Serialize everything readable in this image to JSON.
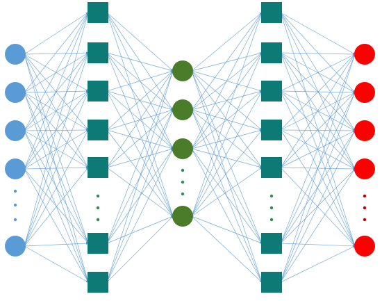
{
  "diagram": {
    "type": "autoencoder-network",
    "edge_color": "#5b9bd5",
    "layers": [
      {
        "name": "input-layer",
        "shape": "circle",
        "color": "#5b9bd5",
        "visible_nodes": 5,
        "ellipsis_after": 4,
        "ellipsis_color": "#5b9bd5"
      },
      {
        "name": "encoder-hidden-layer",
        "shape": "square",
        "color": "#0e7a76",
        "visible_nodes": 7,
        "ellipsis_after": 5,
        "ellipsis_color": "#2e8b57"
      },
      {
        "name": "bottleneck-layer",
        "shape": "circle",
        "color": "#4a7c2a",
        "visible_nodes": 4,
        "ellipsis_after": 3,
        "ellipsis_color": "#2e8b57"
      },
      {
        "name": "decoder-hidden-layer",
        "shape": "square",
        "color": "#0e7a76",
        "visible_nodes": 7,
        "ellipsis_after": 5,
        "ellipsis_color": "#2e8b57"
      },
      {
        "name": "output-layer",
        "shape": "circle",
        "color": "#ff0000",
        "visible_nodes": 5,
        "ellipsis_after": 4,
        "ellipsis_color": "#c00000"
      }
    ]
  }
}
